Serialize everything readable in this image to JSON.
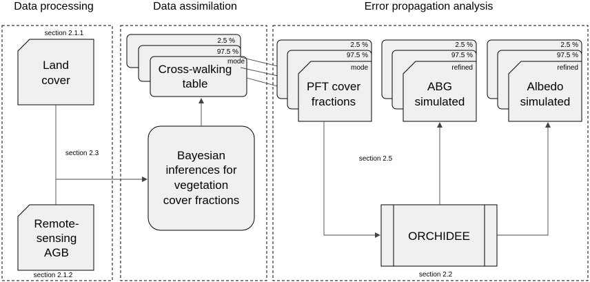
{
  "headers": {
    "processing": "Data processing",
    "assimilation": "Data assimilation",
    "propagation": "Error propagation analysis"
  },
  "sections": {
    "s211": "section 2.1.1",
    "s212": "section 2.1.2",
    "s23": "section 2.3",
    "s25": "section 2.5",
    "s22": "section 2.2"
  },
  "nodes": {
    "land_cover": [
      "Land",
      "cover"
    ],
    "remote_sensing": [
      "Remote-",
      "sensing",
      "AGB"
    ],
    "bayesian": [
      "Bayesian",
      "inferences for",
      "vegetation",
      "cover fractions"
    ],
    "crosswalk": [
      "Cross-walking",
      "table"
    ],
    "pft": [
      "PFT cover",
      "fractions"
    ],
    "abg": [
      "ABG",
      "simulated"
    ],
    "albedo": [
      "Albedo",
      "simulated"
    ],
    "orchidee": "ORCHIDEE"
  },
  "stack_labels": {
    "p25": "2.5 %",
    "p975": "97.5 %",
    "mode": "mode",
    "refined": "refined"
  }
}
